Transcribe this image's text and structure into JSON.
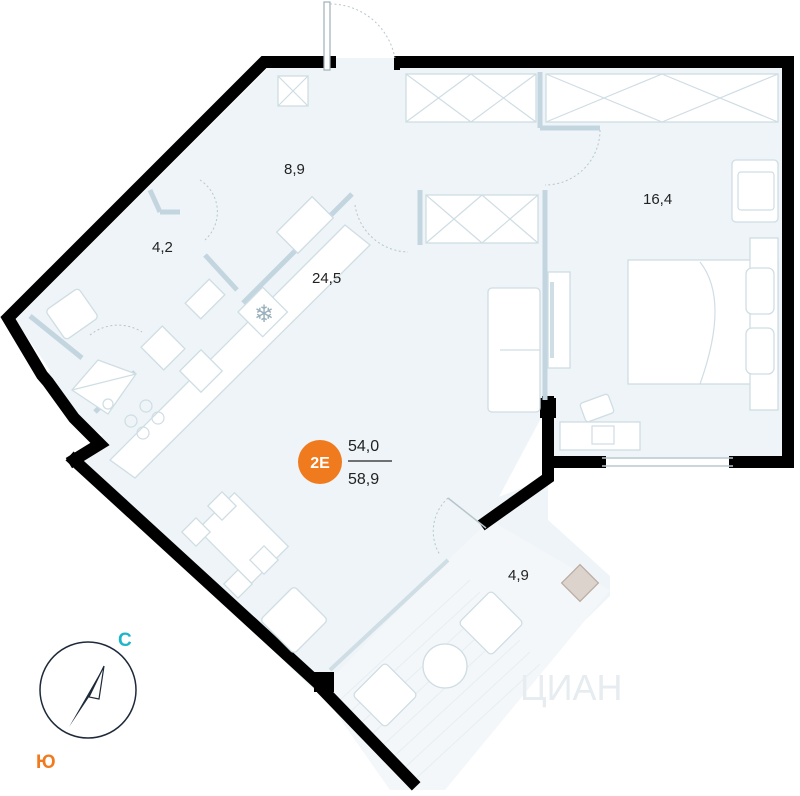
{
  "plan": {
    "unit_code": "2E",
    "living_area": "54,0",
    "total_area": "58,9",
    "badge_color": "#f07a1e",
    "wall_color": "#000000",
    "floor_color": "#eef4f7",
    "rooms": [
      {
        "name": "hall",
        "area": "8,9"
      },
      {
        "name": "bathroom",
        "area": "4,2"
      },
      {
        "name": "kitchen-living",
        "area": "24,5"
      },
      {
        "name": "bedroom",
        "area": "16,4"
      },
      {
        "name": "balcony",
        "area": "4,9"
      }
    ],
    "watermark": "ЦИАН"
  },
  "compass": {
    "north_label": "С",
    "south_label": "Ю",
    "north_color": "#1fb5c8",
    "south_color": "#f07a1e"
  }
}
